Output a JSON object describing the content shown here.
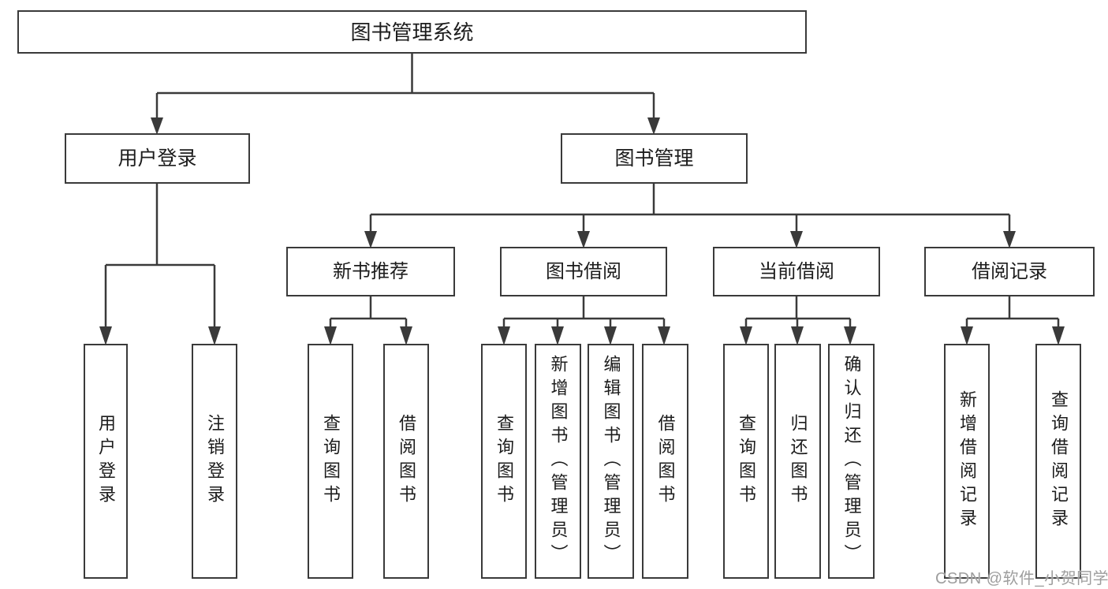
{
  "colors": {
    "line": "#3a3a3a",
    "text": "#1c1c1c",
    "background": "#ffffff",
    "watermark": "#9e9e9e"
  },
  "tree": {
    "root": "图书管理系统",
    "branches": [
      {
        "label": "用户登录",
        "children": [
          "用户登录",
          "注销登录"
        ]
      },
      {
        "label": "图书管理",
        "groups": [
          {
            "label": "新书推荐",
            "children": [
              "查询图书",
              "借阅图书"
            ]
          },
          {
            "label": "图书借阅",
            "children": [
              "查询图书",
              "新增图书（管理员）",
              "编辑图书（管理员）",
              "借阅图书"
            ]
          },
          {
            "label": "当前借阅",
            "children": [
              "查询图书",
              "归还图书",
              "确认归还（管理员）"
            ]
          },
          {
            "label": "借阅记录",
            "children": [
              "新增借阅记录",
              "查询借阅记录"
            ]
          }
        ]
      }
    ]
  },
  "watermark": "CSDN @软件_小贺同学"
}
